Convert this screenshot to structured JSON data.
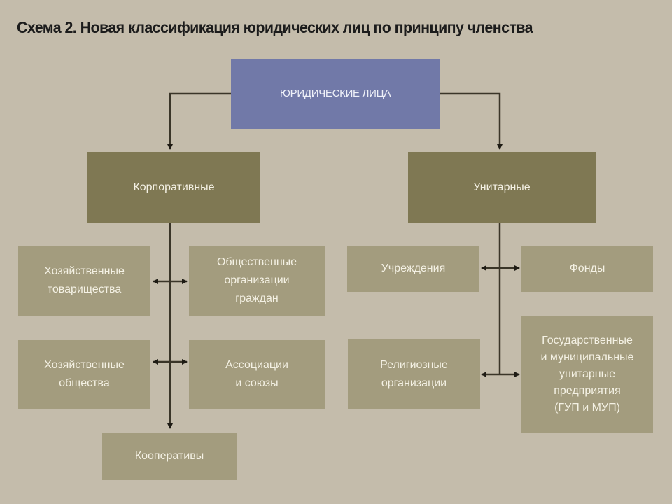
{
  "title": "Схема 2. Новая классификация юридических лиц по принципу членства",
  "colors": {
    "background": "#c4bcab",
    "root": "#7179a8",
    "level1": "#7f7853",
    "level2": "#a39c7e",
    "connector": "#2a261c"
  },
  "root": {
    "label": "ЮРИДИЧЕСКИЕ ЛИЦА"
  },
  "corporate": {
    "label": "Корпоративные",
    "children": [
      {
        "label": "Хозяйственные\nтоварищества"
      },
      {
        "label": "Общественные\nорганизации\nграждан"
      },
      {
        "label": "Хозяйственные\nобщества"
      },
      {
        "label": "Ассоциации\nи союзы"
      },
      {
        "label": "Кооперативы"
      }
    ]
  },
  "unitary": {
    "label": "Унитарные",
    "children": [
      {
        "label": "Учреждения"
      },
      {
        "label": "Фонды"
      },
      {
        "label": "Религиозные\nорганизации"
      },
      {
        "label": "Государственные\nи муниципальные\nунитарные\nпредприятия\n(ГУП и МУП)"
      }
    ]
  }
}
